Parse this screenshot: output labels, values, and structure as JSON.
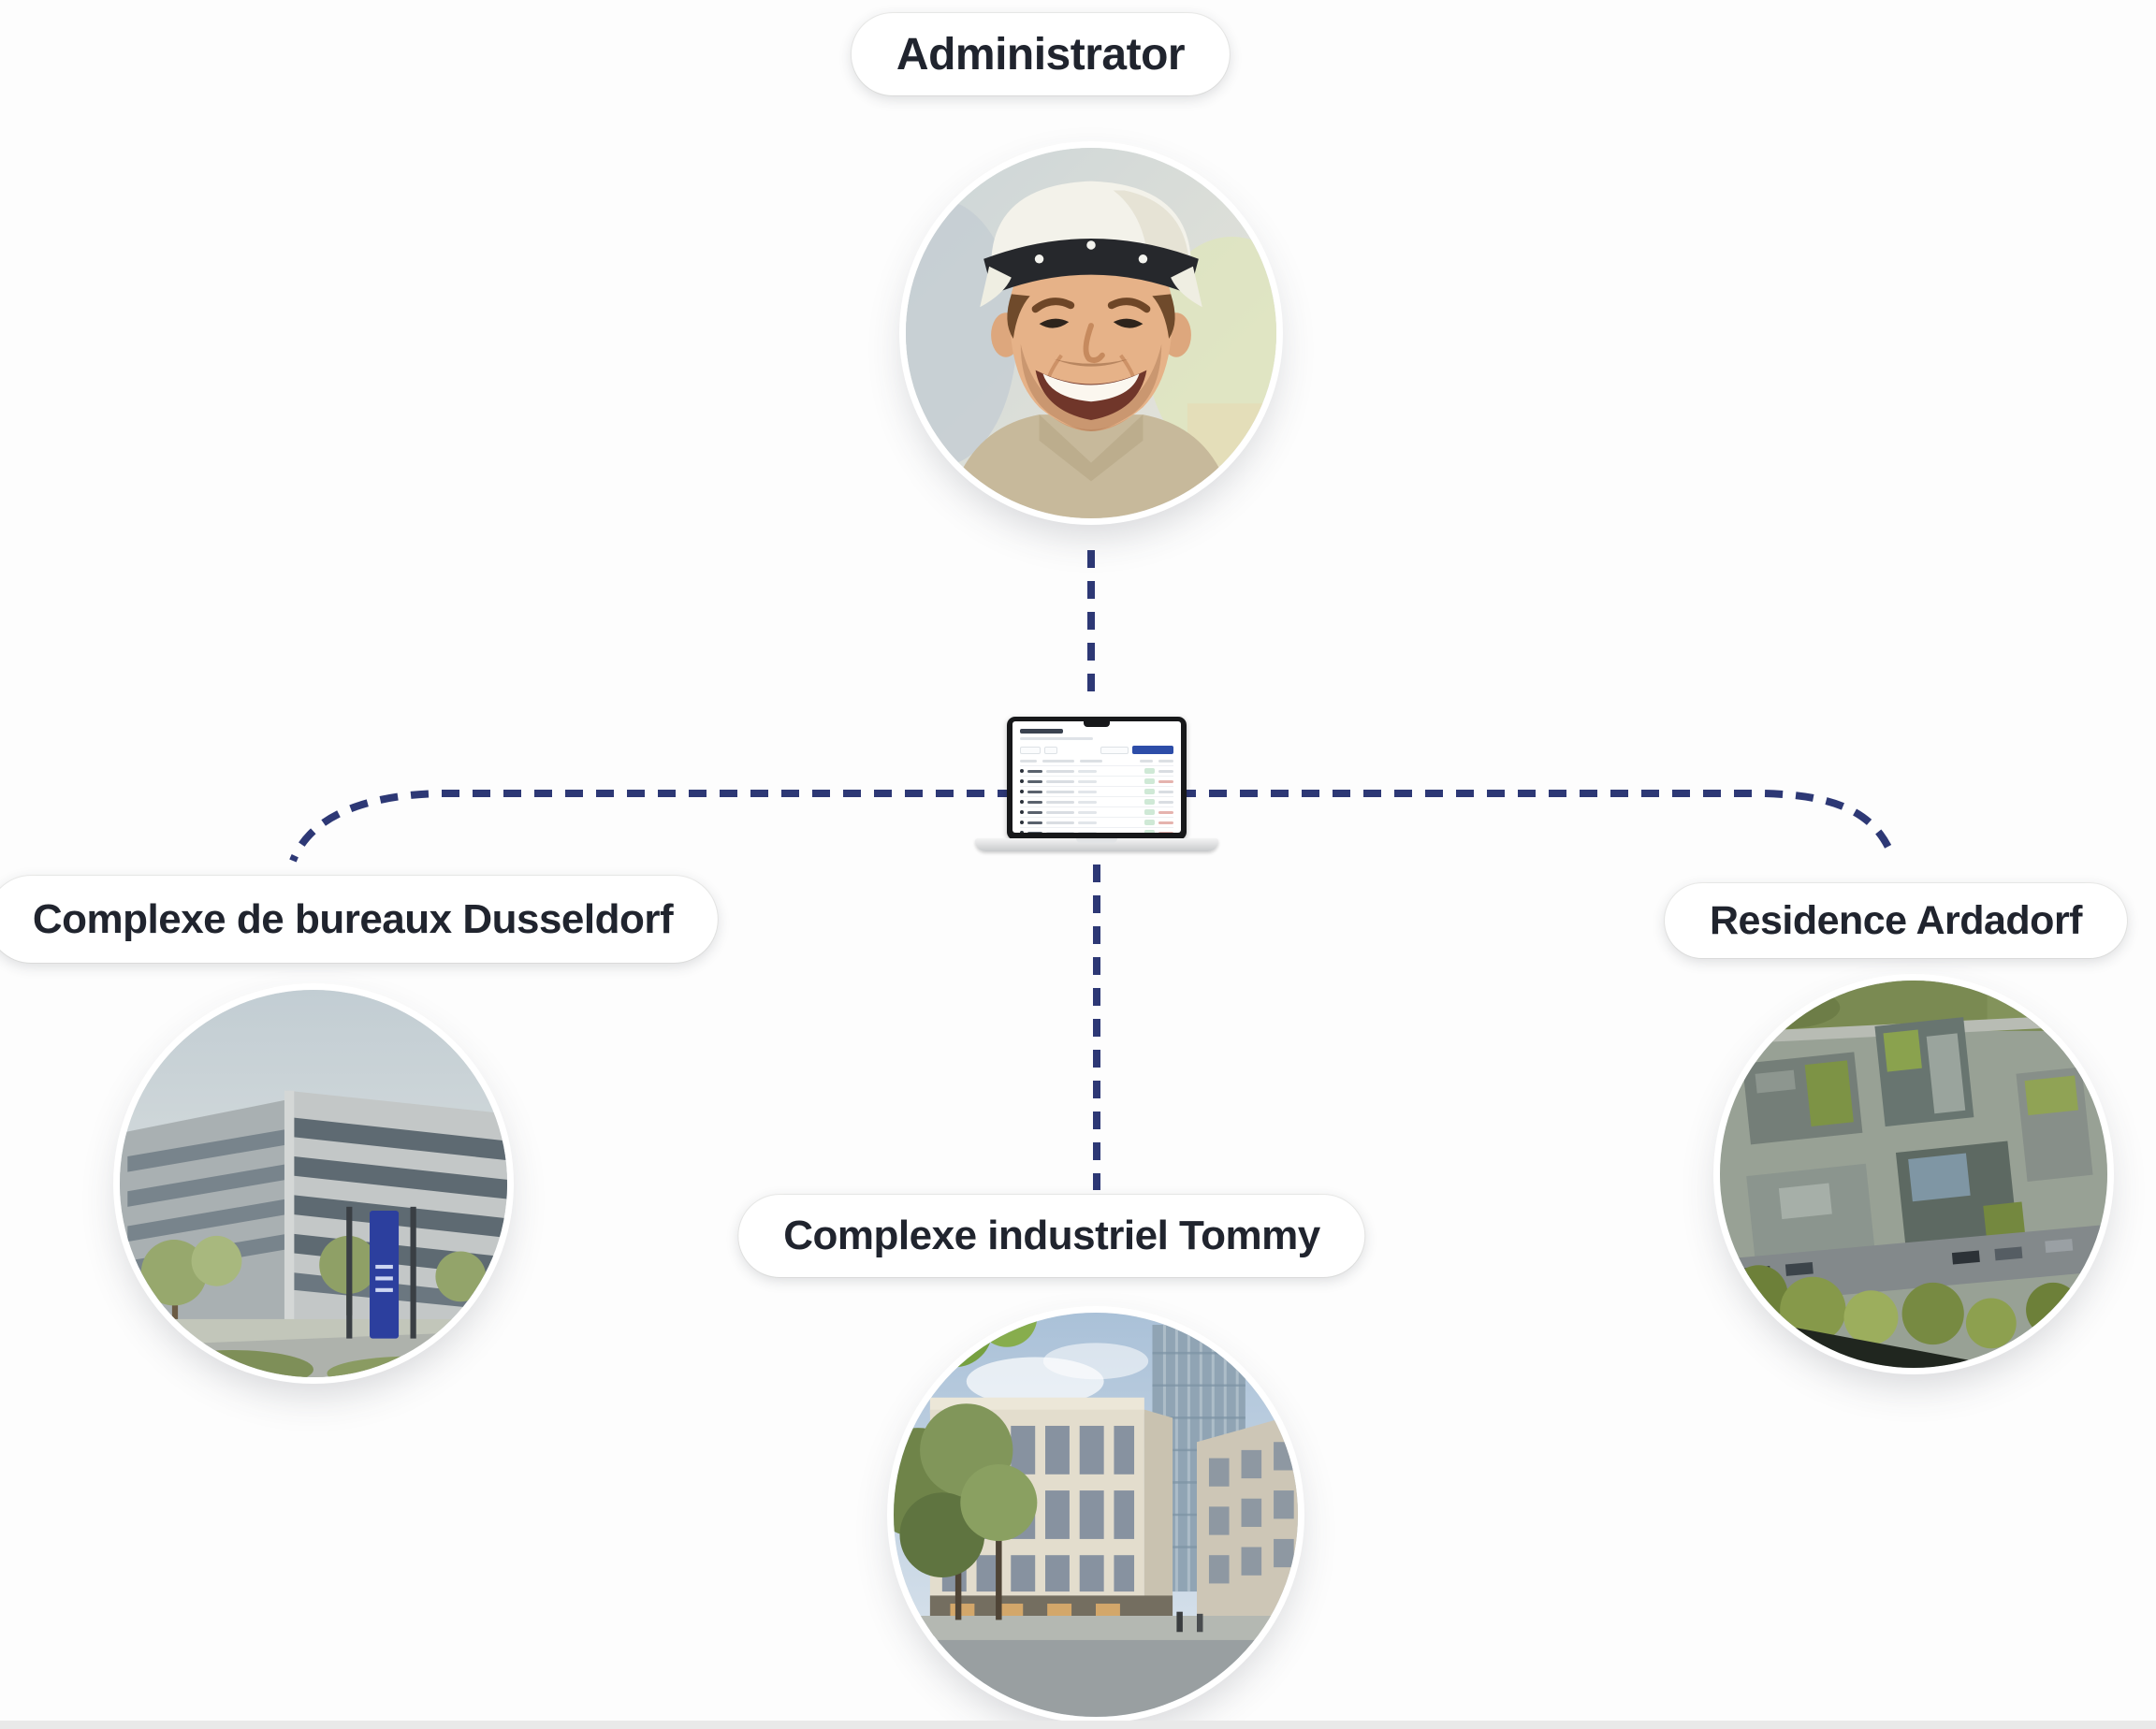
{
  "canvas": {
    "background_color": "#fdfdfd",
    "bottom_strip_color": "#e9e9e9"
  },
  "diagram": {
    "connector_color": "#2d3875",
    "root": {
      "label": "Administrator",
      "image": "man-in-white-hard-hat-photo"
    },
    "hub": {
      "image": "laptop-dashboard-illustration",
      "accent_color": "#2d4da8",
      "status_badge_color": "#cfe9d6"
    },
    "properties": [
      {
        "label": "Complexe de bureaux Dusseldorf",
        "image": "office-building-photo"
      },
      {
        "label": "Complexe industriel Tommy",
        "image": "street-level-buildings-photo"
      },
      {
        "label": "Residence Ardadorf",
        "image": "aerial-residence-photo"
      }
    ]
  }
}
